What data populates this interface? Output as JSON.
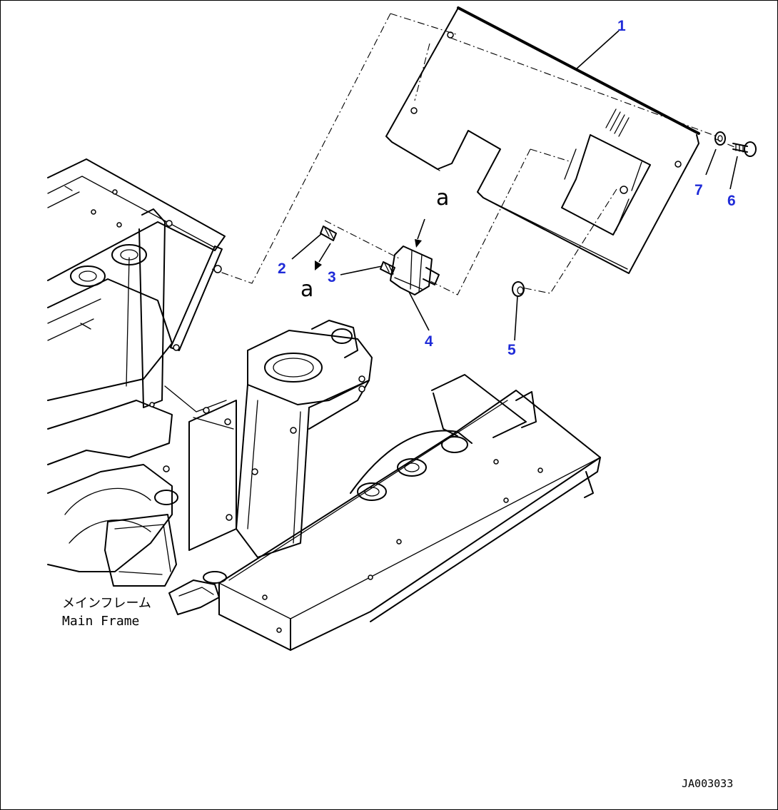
{
  "callouts": [
    {
      "id": "1",
      "label": "1"
    },
    {
      "id": "2",
      "label": "2"
    },
    {
      "id": "3",
      "label": "3"
    },
    {
      "id": "4",
      "label": "4"
    },
    {
      "id": "5",
      "label": "5"
    },
    {
      "id": "6",
      "label": "6"
    },
    {
      "id": "7",
      "label": "7"
    }
  ],
  "reference_marks": {
    "a_top": "a",
    "a_left": "a"
  },
  "frame_label": {
    "jp": "メインフレーム",
    "en": "Main Frame"
  },
  "drawing_code": "JA003033",
  "colors": {
    "callout": "#1f2bd8",
    "line": "#000000",
    "background": "#ffffff"
  }
}
